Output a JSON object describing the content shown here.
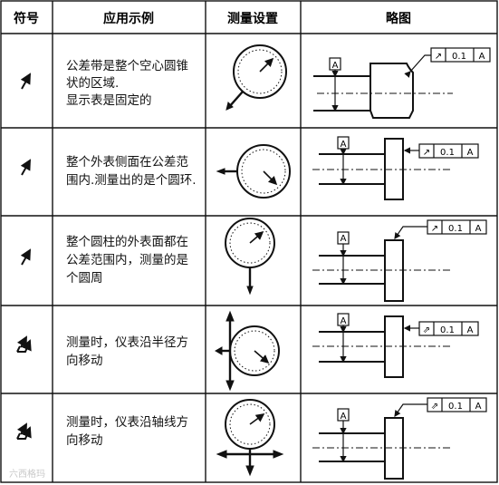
{
  "headers": {
    "symbol": "符号",
    "example": "应用示例",
    "setup": "测量设置",
    "sketch": "略图"
  },
  "colors": {
    "line": "#111111",
    "background": "#ffffff"
  },
  "rows": [
    {
      "symbol_icon": "circular-runout-icon",
      "text": [
        "公差带是整个空心圆锥",
        "状的区域.",
        "显示表是固定的"
      ],
      "frame": {
        "symbol": "↗",
        "value": "0.1",
        "datum": "A"
      },
      "datum_label": "A"
    },
    {
      "symbol_icon": "circular-runout-icon",
      "text": [
        "整个外表侧面在公差范",
        "围内.测量出的是个圆环."
      ],
      "frame": {
        "symbol": "↗",
        "value": "0.1",
        "datum": "A"
      },
      "datum_label": "A"
    },
    {
      "symbol_icon": "circular-runout-icon",
      "text": [
        "整个圆柱的外表面都在",
        "公差范围内，测量的是",
        "个圆周"
      ],
      "frame": {
        "symbol": "↗",
        "value": "0.1",
        "datum": "A"
      },
      "datum_label": "A"
    },
    {
      "symbol_icon": "total-runout-icon",
      "text": [
        "测量时，仪表沿半径方",
        "向移动"
      ],
      "frame": {
        "symbol": "⇗",
        "value": "0.1",
        "datum": "A"
      },
      "datum_label": "A"
    },
    {
      "symbol_icon": "total-runout-icon",
      "text": [
        "测量时，仪表沿轴线方",
        "向移动"
      ],
      "frame": {
        "symbol": "⇗",
        "value": "0.1",
        "datum": "A"
      },
      "datum_label": "A"
    }
  ],
  "watermark": "六西格玛"
}
